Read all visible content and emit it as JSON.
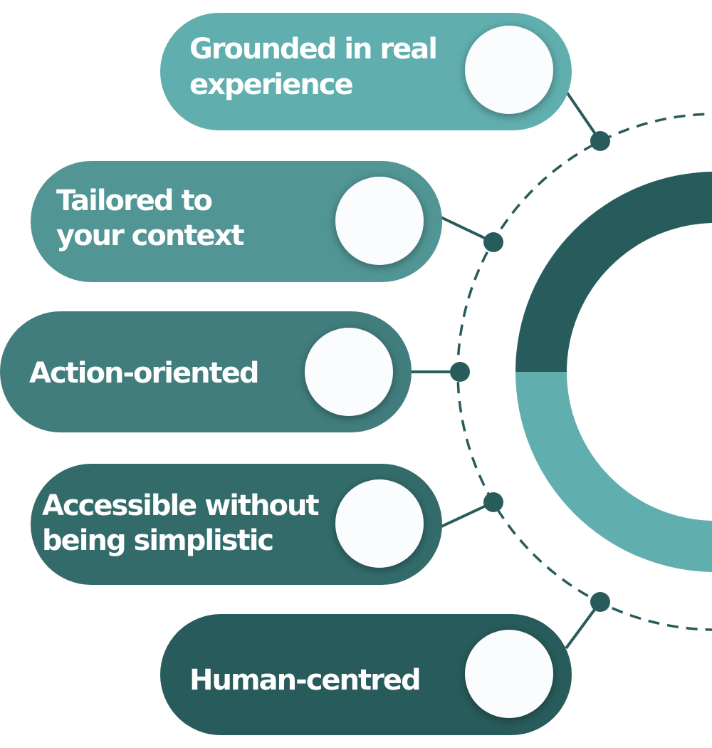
{
  "items": [
    {
      "lines": [
        "Grounded in real",
        "experience"
      ],
      "color": "#60aeae"
    },
    {
      "lines": [
        "Tailored to",
        "your context"
      ],
      "color": "#519595"
    },
    {
      "lines": [
        "Action-oriented"
      ],
      "color": "#417d7d"
    },
    {
      "lines": [
        "Accessible without",
        "being simplistic"
      ],
      "color": "#336b6b"
    },
    {
      "lines": [
        "Human-centred"
      ],
      "color": "#285b5b"
    }
  ],
  "ring": {
    "upper_color": "#285b5b",
    "lower_color": "#60aeae"
  },
  "connector_color": "#285b5b",
  "circle_fill": "#fbfcfd"
}
